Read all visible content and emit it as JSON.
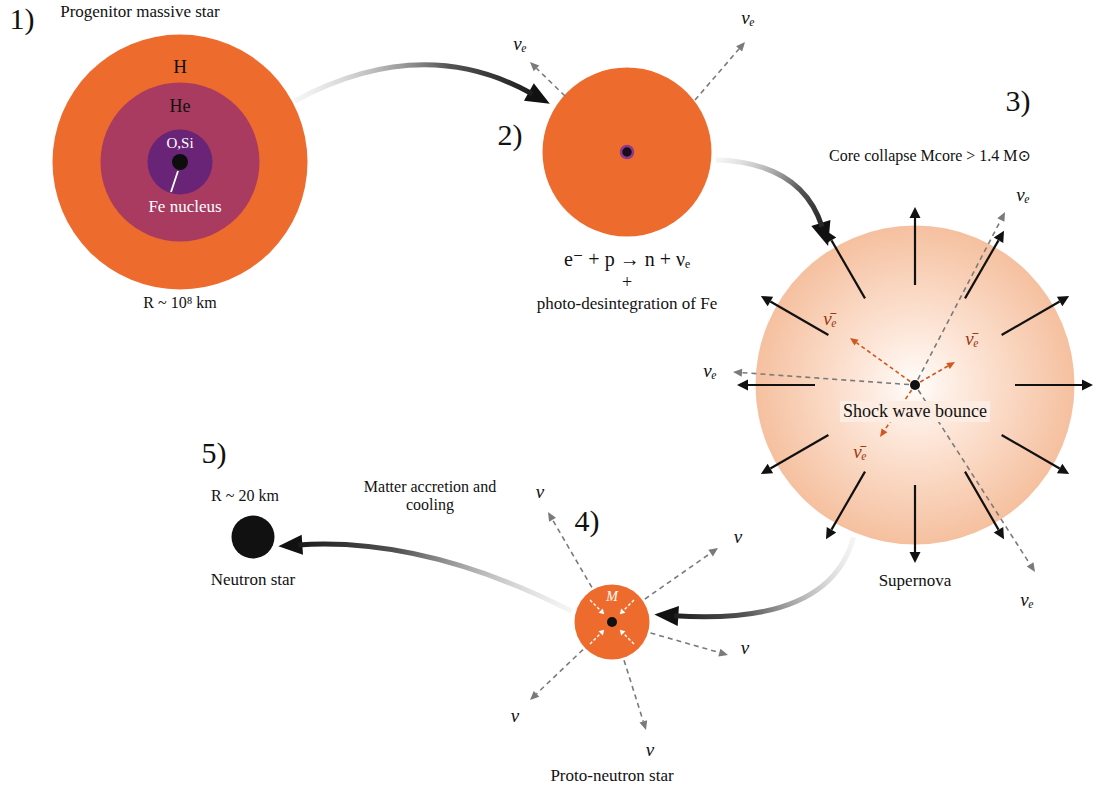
{
  "diagram": {
    "nodes": [
      {
        "text": [
          "Progenitor massive star",
          "H",
          "R ~ 10⁸ km"
        ]
      },
      {
        "text": [
          "He"
        ],
        "in": 0
      },
      {
        "text": [
          "O,Si"
        ],
        "in": 1
      },
      {
        "text": [
          "e⁻ + p → n + νₑ",
          "+",
          "photo-desintegration of Fe"
        ]
      },
      {
        "text": [
          "Shock wave bounce",
          "Supernova"
        ]
      },
      {
        "text": [
          "M",
          "Proto-neutron star"
        ]
      },
      {
        "text": [
          "R ~ 20 km",
          "Neutron star"
        ]
      }
    ],
    "edges": [
      {
        "from": 0,
        "to": 3,
        "arrow": "to"
      },
      {
        "from": 3,
        "to": 4,
        "arrow": "to",
        "label": "Core collapse Mcore > 1.4 M⊙"
      },
      {
        "from": 4,
        "to": 5,
        "arrow": "to"
      },
      {
        "from": 5,
        "to": 6,
        "arrow": "to",
        "label": "Matter accretion and cooling"
      }
    ],
    "labels": [
      "1)",
      "2)",
      "3)",
      "4)",
      "5)",
      "Fe nucleus",
      "νₑ",
      "νₑ",
      "νₑ",
      "νₑ",
      "νₑ",
      "ν̄ₑ",
      "ν̄ₑ",
      "ν̄ₑ",
      "ν",
      "ν",
      "ν",
      "ν",
      "ν"
    ]
  }
}
